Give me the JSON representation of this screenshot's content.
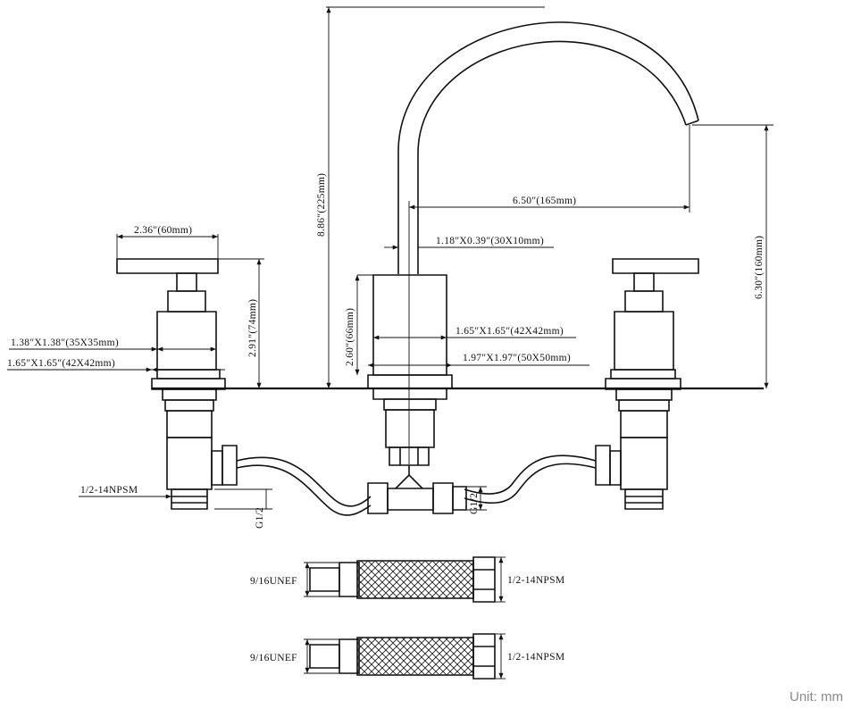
{
  "dimensions": {
    "overall_height": "8.86″(225mm)",
    "spout_reach": "6.50″(165mm)",
    "spout_height": "6.30″(160mm)",
    "spout_section": "1.18″X0.39″(30X10mm)",
    "handle_width": "2.36″(60mm)",
    "handle_height": "2.91″(74mm)",
    "handle_body": "1.38″X1.38″(35X35mm)",
    "handle_base": "1.65″X1.65″(42X42mm)",
    "spout_body_height": "2.60″(66mm)",
    "spout_body": "1.65″X1.65″(42X42mm)",
    "spout_base": "1.97″X1.97″(50X50mm)"
  },
  "threads": {
    "inlet_left": "1/2-14NPSM",
    "g_left": "G1/2",
    "g_right": "G1/2",
    "hose1_left": "9/16UNEF",
    "hose1_right": "1/2-14NPSM",
    "hose2_left": "9/16UNEF",
    "hose2_right": "1/2-14NPSM"
  },
  "unit_note": "Unit: mm"
}
